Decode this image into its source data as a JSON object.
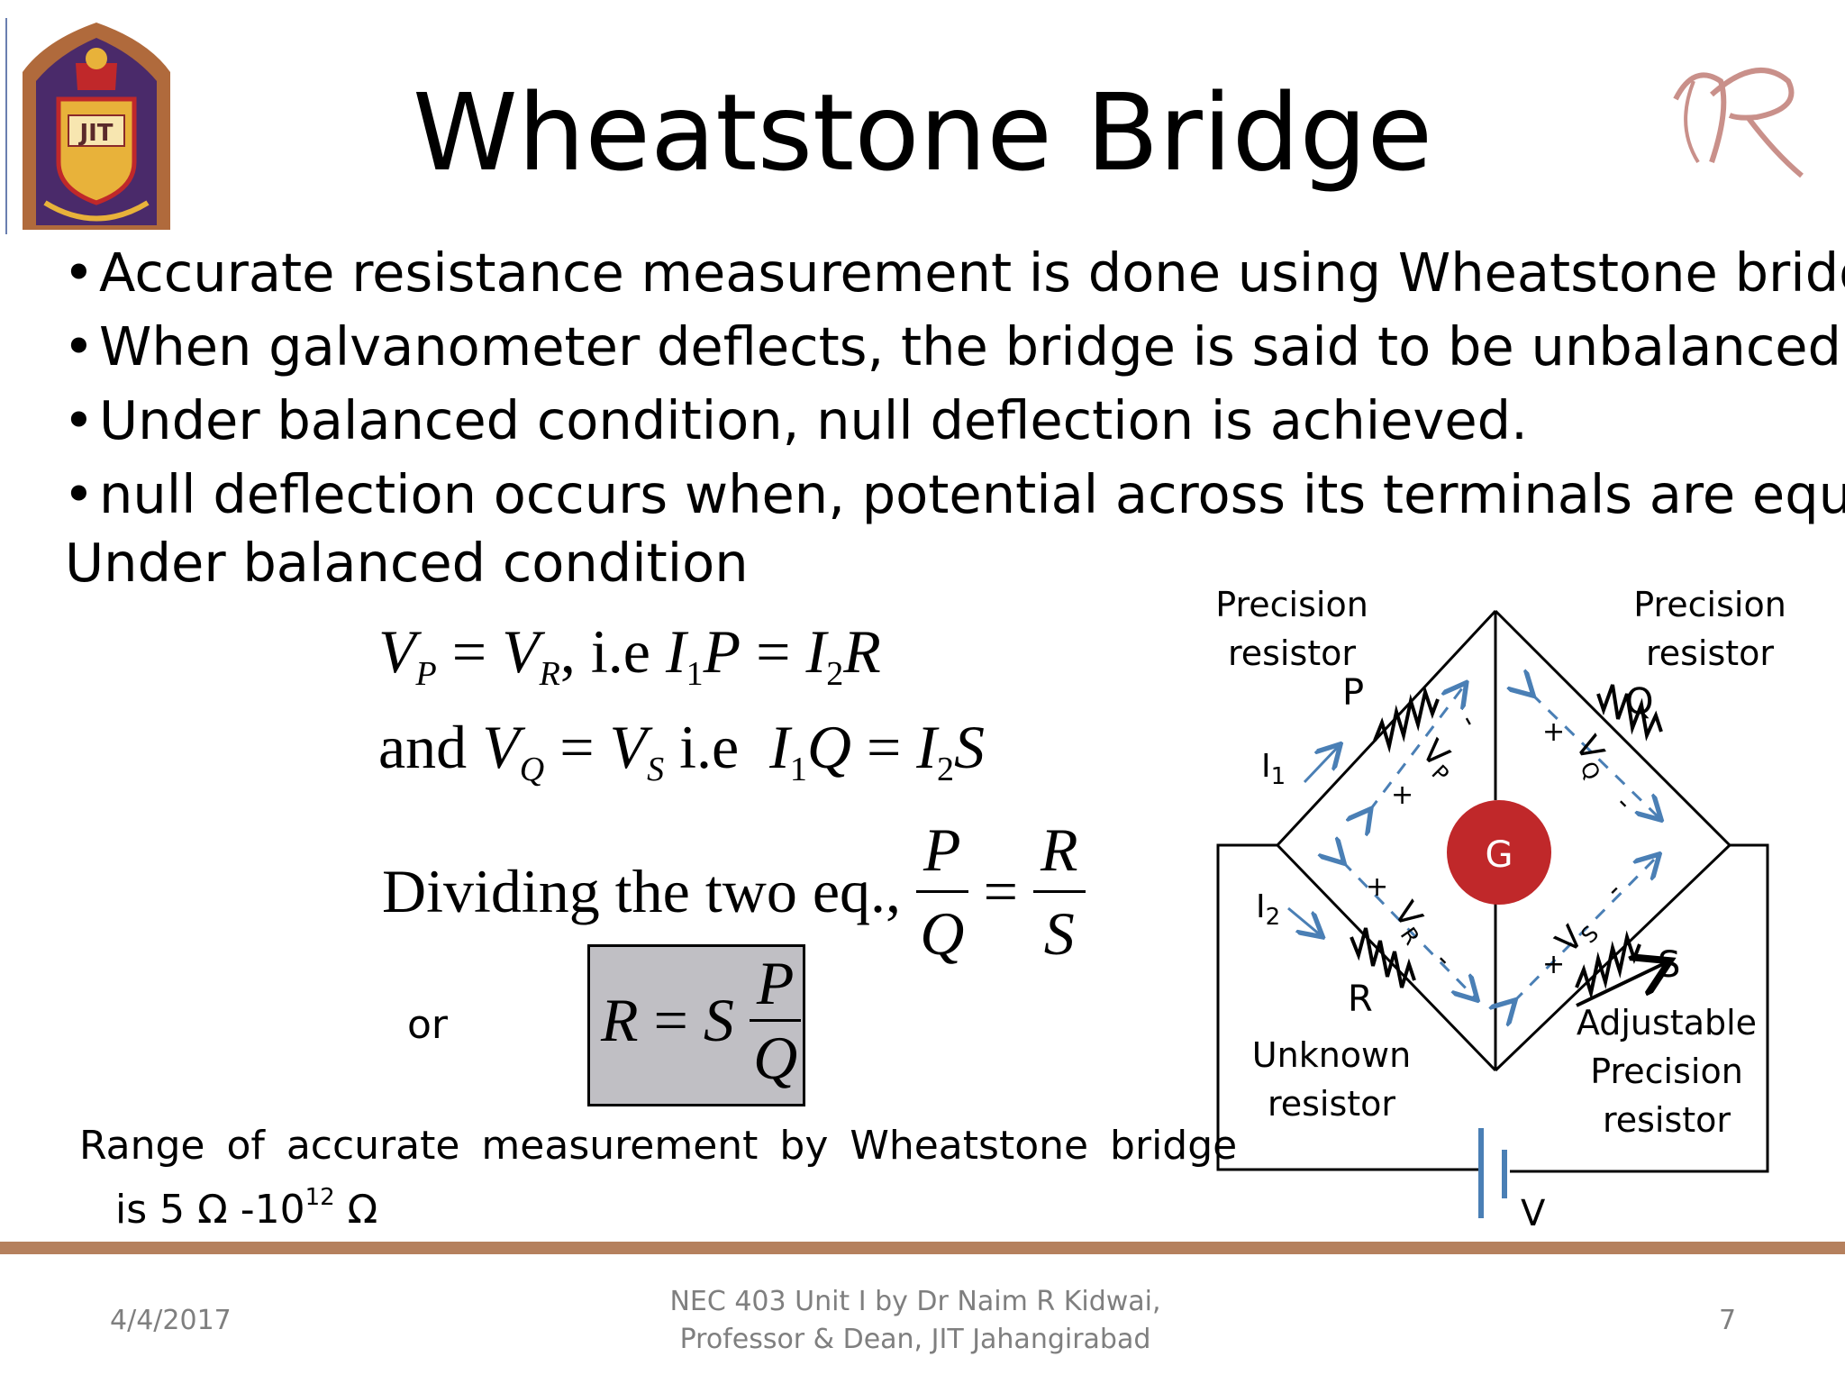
{
  "title": "Wheatstone Bridge",
  "logo_left_text": "JIT",
  "bullets": [
    "Accurate resistance measurement is done using Wheatstone bridge.",
    "When galvanometer deflects, the bridge is said to be unbalanced.",
    "Under balanced  condition, null deflection is achieved.",
    "null deflection occurs when, potential across its terminals are equal"
  ],
  "balanced_heading": "Under balanced condition",
  "equations": {
    "eq1_ie": ", i.e ",
    "eq2_and": "and ",
    "eq2_ie": " i.e ",
    "dividing": "Dividing the two eq.,",
    "or_label": "or"
  },
  "range_text": {
    "line1": "Range of accurate measurement by Wheatstone bridge",
    "line2_prefix": "is 5 Ω -10",
    "line2_exp": "12",
    "line2_suffix": " Ω"
  },
  "diagram": {
    "label_precision_left_1": "Precision",
    "label_precision_left_2": "resistor",
    "label_precision_right_1": "Precision",
    "label_precision_right_2": "resistor",
    "label_unknown_1": "Unknown",
    "label_unknown_2": "resistor",
    "label_adjustable_1": "Adjustable",
    "label_adjustable_2": "Precision",
    "label_adjustable_3": "resistor",
    "label_P": "P",
    "label_Q": "Q",
    "label_R": "R",
    "label_S": "S",
    "label_G": "G",
    "label_V": "V",
    "label_I": "I",
    "sub_1": "1",
    "sub_2": "2",
    "label_VP": "V",
    "sub_VP": "P",
    "label_VQ": "V",
    "sub_VQ": "Q",
    "label_VR": "V",
    "sub_VR": "R",
    "label_VS": "V",
    "sub_VS": "S",
    "plus": "+",
    "minus": "-",
    "galvanometer_color": "#c0282a",
    "arrow_color": "#4a7fb5"
  },
  "footer": {
    "date": "4/4/2017",
    "credit_line1": "NEC 403 Unit I by Dr Naim R Kidwai,",
    "credit_line2": "Professor & Dean, JIT Jahangirabad",
    "page_number": "7"
  },
  "colors": {
    "footer_bar": "#b5805d",
    "result_box": "#c0bfc4",
    "footer_text": "#7f7f7f"
  }
}
